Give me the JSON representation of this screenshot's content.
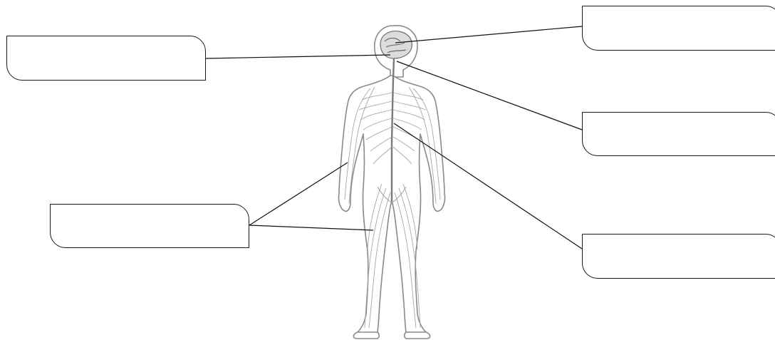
{
  "diagram": {
    "labels": [
      {
        "id": "left_top",
        "text": ""
      },
      {
        "id": "left_bottom",
        "text": ""
      },
      {
        "id": "right_1",
        "text": ""
      },
      {
        "id": "right_2",
        "text": ""
      },
      {
        "id": "right_3",
        "text": ""
      }
    ],
    "colors": {
      "line": "#111111",
      "body_outline": "#8a8a8a",
      "nerve": "#a6a6a6",
      "spine": "#7a7a7a"
    },
    "figure": "human-nervous-system-back-view"
  }
}
